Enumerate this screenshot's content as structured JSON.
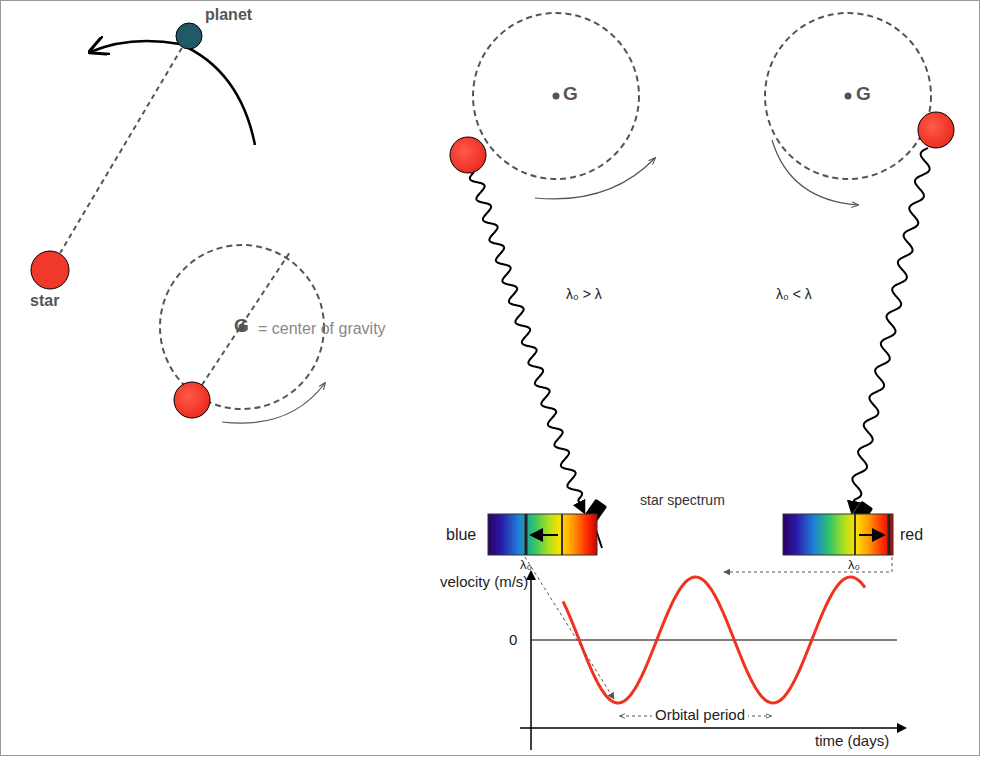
{
  "diagram": {
    "nodes": [
      {
        "text": [
          "planet"
        ]
      },
      {
        "text": [
          "star"
        ]
      }
    ],
    "edges": [
      {
        "from": 0,
        "to": 1,
        "arrow": "none"
      }
    ],
    "labels": [
      "G",
      "= center of gravity",
      "G",
      "G",
      "λ₀ > λ",
      "λ₀ < λ",
      "star spectrum",
      "blue",
      "λ₀",
      "red",
      "λ₀",
      "velocity (m/s)",
      "0",
      "Orbital period",
      "time (days)"
    ]
  }
}
